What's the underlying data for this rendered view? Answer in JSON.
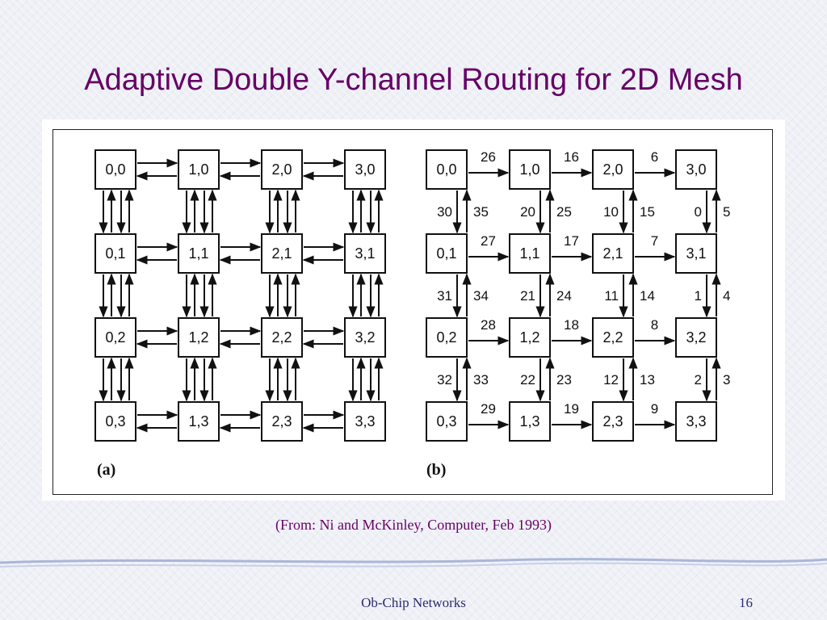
{
  "slide": {
    "title": "Adaptive Double Y-channel Routing for 2D Mesh",
    "caption": "(From: Ni and McKinley, Computer, Feb 1993)",
    "footer_title": "Ob-Chip Networks",
    "page_number": "16"
  },
  "colors": {
    "title": "#660066",
    "footer": "#2c2c6e",
    "wave": "#aab6d8"
  },
  "figure": {
    "panel_a": {
      "label": "(a)",
      "nodes": [
        [
          "0,0",
          "1,0",
          "2,0",
          "3,0"
        ],
        [
          "0,1",
          "1,1",
          "2,1",
          "3,1"
        ],
        [
          "0,2",
          "1,2",
          "2,2",
          "3,2"
        ],
        [
          "0,3",
          "1,3",
          "2,3",
          "3,3"
        ]
      ]
    },
    "panel_b": {
      "label": "(b)",
      "nodes": [
        [
          "0,0",
          "1,0",
          "2,0",
          "3,0"
        ],
        [
          "0,1",
          "1,1",
          "2,1",
          "3,1"
        ],
        [
          "0,2",
          "1,2",
          "2,2",
          "3,2"
        ],
        [
          "0,3",
          "1,3",
          "2,3",
          "3,3"
        ]
      ],
      "horizontal_labels": [
        [
          "26",
          "16",
          "6"
        ],
        [
          "27",
          "17",
          "7"
        ],
        [
          "28",
          "18",
          "8"
        ],
        [
          "29",
          "19",
          "9"
        ]
      ],
      "vertical_labels": [
        [
          [
            "30",
            "35"
          ],
          [
            "20",
            "25"
          ],
          [
            "10",
            "15"
          ],
          [
            "0",
            "5"
          ]
        ],
        [
          [
            "31",
            "34"
          ],
          [
            "21",
            "24"
          ],
          [
            "11",
            "14"
          ],
          [
            "1",
            "4"
          ]
        ],
        [
          [
            "32",
            "33"
          ],
          [
            "22",
            "23"
          ],
          [
            "12",
            "13"
          ],
          [
            "2",
            "3"
          ]
        ]
      ]
    }
  }
}
